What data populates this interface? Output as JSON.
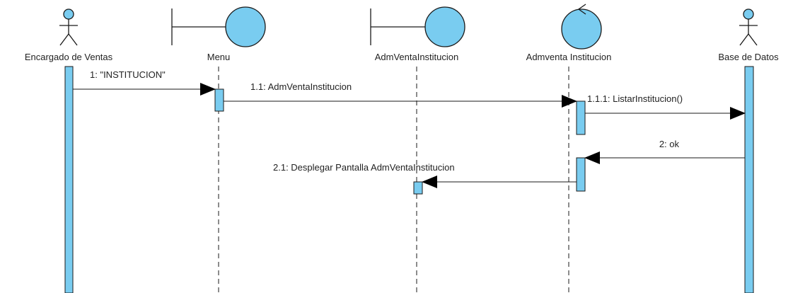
{
  "diagram": {
    "type": "uml-sequence",
    "participants": [
      {
        "id": "encargado",
        "label": "Encargado de Ventas",
        "kind": "actor"
      },
      {
        "id": "menu",
        "label": "Menu",
        "kind": "boundary"
      },
      {
        "id": "admventa-boundary",
        "label": "AdmVentaInstitucion",
        "kind": "boundary"
      },
      {
        "id": "admventa-control",
        "label": "Admventa Institucion",
        "kind": "control"
      },
      {
        "id": "basedatos",
        "label": "Base de Datos",
        "kind": "actor"
      }
    ],
    "messages": [
      {
        "label": "1: \"INSTITUCION\"",
        "from": "encargado",
        "to": "menu"
      },
      {
        "label": "1.1: AdmVentaInstitucion",
        "from": "menu",
        "to": "admventa-control"
      },
      {
        "label": "1.1.1: ListarInstitucion()",
        "from": "admventa-control",
        "to": "basedatos"
      },
      {
        "label": "2: ok",
        "from": "basedatos",
        "to": "admventa-control"
      },
      {
        "label": "2.1: Desplegar Pantalla AdmVentaInstitucion",
        "from": "admventa-control",
        "to": "admventa-boundary"
      }
    ],
    "colors": {
      "fill": "#79CCF0",
      "stroke": "#1A1A1A",
      "text": "#222222",
      "background": "#FFFFFF"
    }
  }
}
